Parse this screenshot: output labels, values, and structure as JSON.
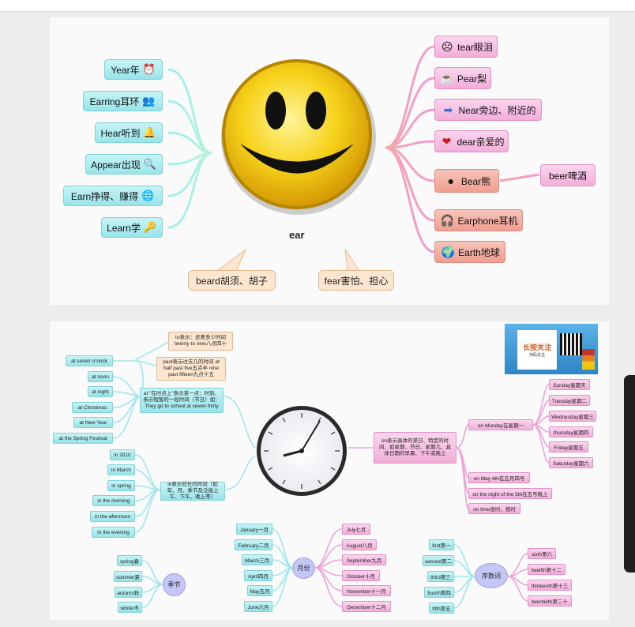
{
  "top": {
    "center_label": "ear",
    "left_nodes": [
      {
        "text": "Year年",
        "icon": "alarm-clock-icon"
      },
      {
        "text": "Earring耳环",
        "icon": "people-icon"
      },
      {
        "text": "Hear听到",
        "icon": "bell-icon"
      },
      {
        "text": "Appear出现",
        "icon": "magnifier-icon"
      },
      {
        "text": "Earn挣得、赚得",
        "icon": "globe-icon"
      },
      {
        "text": "Learn学",
        "icon": "key-icon"
      }
    ],
    "right_nodes": [
      {
        "text": "tear眼泪",
        "icon": "sad-face-icon"
      },
      {
        "text": "Pear梨",
        "icon": "cup-icon"
      },
      {
        "text": "Near旁边、附近的",
        "icon": "arrow-icon"
      },
      {
        "text": "dear亲爱的",
        "icon": "heart-icon"
      },
      {
        "text": "Bear熊",
        "icon": "bear-icon"
      },
      {
        "text": "Earphone耳机",
        "icon": "earphone-icon"
      },
      {
        "text": "Earth地球",
        "icon": "earth-icon"
      }
    ],
    "beer_node": "beer啤酒",
    "callouts": [
      "beard胡须、胡子",
      "fear害怕、担心"
    ]
  },
  "bottom": {
    "qr_card": {
      "title": "长按关注",
      "sub": "扫码关注"
    },
    "left_times": [
      "at seven o'clock",
      "at noon",
      "at night",
      "at Christmas",
      "at New Year",
      "at the Spring Festival"
    ],
    "at_notes": [
      "to表示：还差多少时间 twenty to nine八点四十",
      "past表示过去几的时间 at half past five五点半 nine past fifteen九点十五"
    ],
    "at_desc": "at \"在时点上\"表示某一点：时刻、表示短暂的一段时间（节日）如：They go to school at seven thirty",
    "in_items": [
      "in 2010",
      "in March",
      "in spring",
      "in the morning",
      "in the afternoon",
      "in the evening"
    ],
    "in_desc": "in表示较长的时间（如年、月、季节及泛指上午、下午、晚上等）",
    "on_desc": "on表示具体的某日、特定的时间、如星期、节日、星期几、具体日期的早晨、下午或晚上",
    "on_monday": "on Monday在星期一",
    "weekdays": [
      "Sunday星期天",
      "Tuesday星期二",
      "Wednesday星期三",
      "thursday星期四",
      "Friday星期五",
      "Saturday星期六"
    ],
    "on_items": [
      "on May 4th在五月四号",
      "on the night of the 5th在五号晚上",
      "on time准时、按时"
    ],
    "months_hub": "月份",
    "months_left": [
      "January一月",
      "February二月",
      "March三月",
      "April四月",
      "May五月",
      "June六月"
    ],
    "months_right": [
      "July七月",
      "August八月",
      "September九月",
      "October十月",
      "November十一月",
      "December十二月"
    ],
    "season_hub": "季节",
    "seasons": [
      "spring春",
      "summer夏",
      "autumn秋",
      "winter冬"
    ],
    "ordinal_hub": "序数词",
    "ordinals_left": [
      "first第一",
      "second第二",
      "third第三",
      "fourth第四",
      "fifth第五"
    ],
    "ordinals_right": [
      "sixth第六",
      "twelfth第十二",
      "thirteenth第十三",
      "twentieth第二十"
    ]
  },
  "colors": {
    "teal": "#98e4ea",
    "pink": "#f2aed9",
    "salmon": "#ef9e90",
    "peach": "#fde6cf",
    "lavender": "#c6c6f6",
    "smiley": "#f6c90e"
  }
}
